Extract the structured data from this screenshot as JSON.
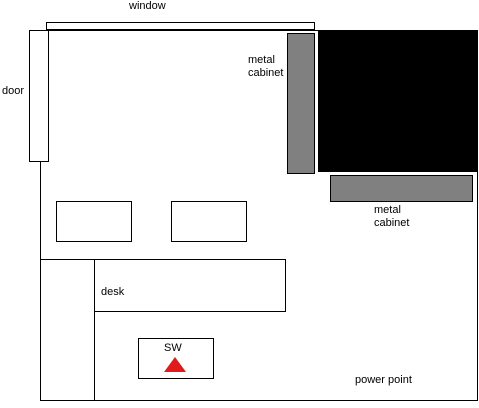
{
  "labels": {
    "window": "window",
    "door": "door",
    "cabinet_left": "metal\ncabinet",
    "cabinet_bottom": "metal\ncabinet",
    "desk": "desk",
    "switch": "SW",
    "power_point": "power point"
  },
  "colors": {
    "wall": "#000000",
    "background": "#ffffff",
    "cabinet_fill": "#808080",
    "black_block": "#000000",
    "switch_marker": "#e11b1b"
  }
}
